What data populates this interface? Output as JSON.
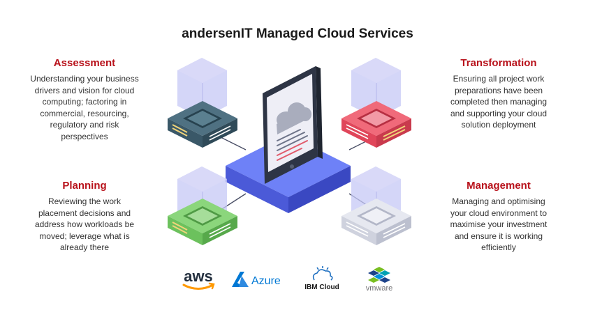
{
  "title": "andersenIT Managed Cloud Services",
  "sections": {
    "assessment": {
      "heading": "Assessment",
      "body": "Understanding your business drivers and vision for cloud computing; factoring in commercial, resourcing, regulatory and risk perspectives"
    },
    "planning": {
      "heading": "Planning",
      "body": "Reviewing the work placement decisions and address how workloads be moved; leverage what is already there"
    },
    "transformation": {
      "heading": "Transformation",
      "body": "Ensuring all project work preparations have been completed then managing and supporting your cloud solution deployment"
    },
    "management": {
      "heading": "Management",
      "body": "Managing and optimising your cloud environment to maximise your investment and ensure it is working efficiently"
    }
  },
  "logos": {
    "aws": "aws",
    "azure": "Azure",
    "ibm_cloud": "IBM Cloud",
    "vmware": "vmware"
  },
  "colors": {
    "heading_red": "#b8121b",
    "server_teal": "#3d5f70",
    "server_red": "#ea4a5c",
    "server_green": "#7ccd6e",
    "server_grey": "#d9dbe6",
    "hub_blue": "#5a6ef0",
    "ghost_lavender": "#c6c8f5",
    "accent_yellow": "#f1d47a"
  }
}
